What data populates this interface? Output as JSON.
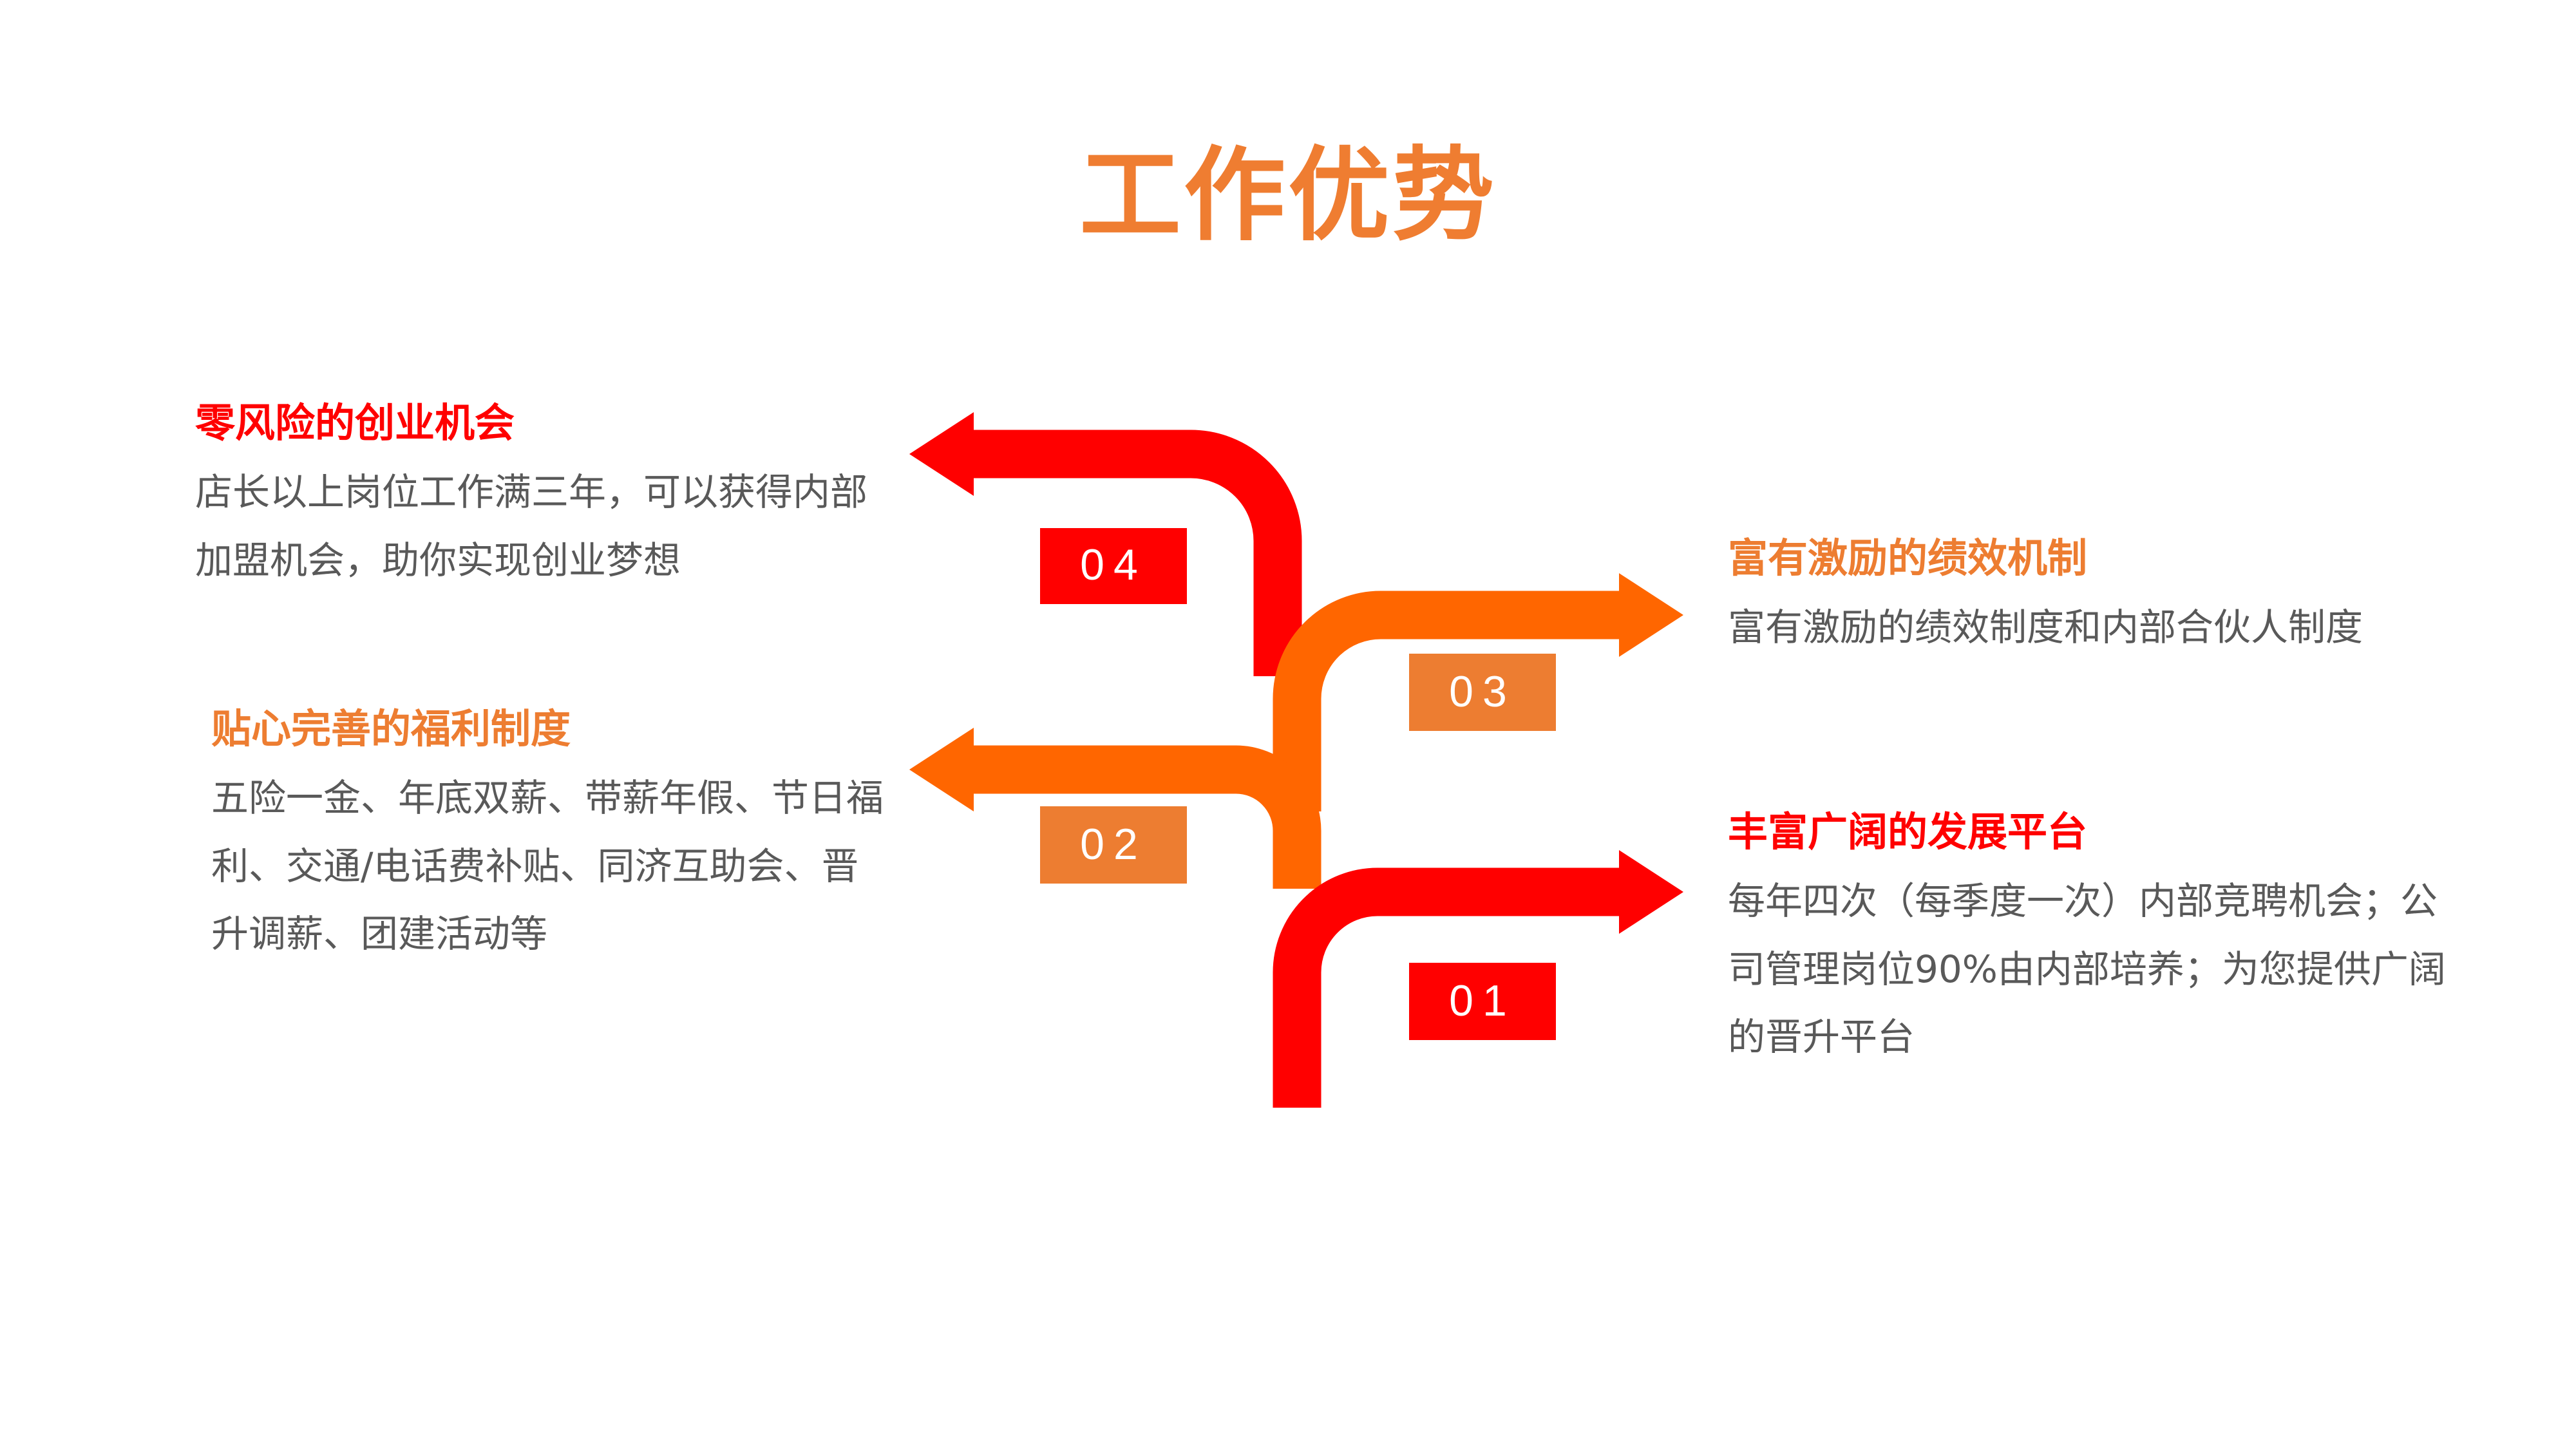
{
  "title": "工作优势",
  "colors": {
    "red": "#ff0000",
    "orange": "#ff6600",
    "title_orange": "#ef7d31",
    "badge_orange": "#ed7d31",
    "text_gray": "#595959"
  },
  "items": [
    {
      "number": "01",
      "title": "丰富广阔的发展平台",
      "title_color": "#ff0000",
      "description": "每年四次（每季度一次）内部竞聘机会；公司管理岗位90%由内部培养；为您提供广阔的晋升平台"
    },
    {
      "number": "02",
      "title": "贴心完善的福利制度",
      "title_color": "#ed7d31",
      "description": "五险一金、年底双薪、带薪年假、节日福利、交通/电话费补贴、同济互助会、晋升调薪、团建活动等"
    },
    {
      "number": "03",
      "title": "富有激励的绩效机制",
      "title_color": "#ed7d31",
      "description": "富有激励的绩效制度和内部合伙人制度"
    },
    {
      "number": "04",
      "title": "零风险的创业机会",
      "title_color": "#ff0000",
      "description": "店长以上岗位工作满三年，可以获得内部加盟机会，助你实现创业梦想"
    }
  ]
}
